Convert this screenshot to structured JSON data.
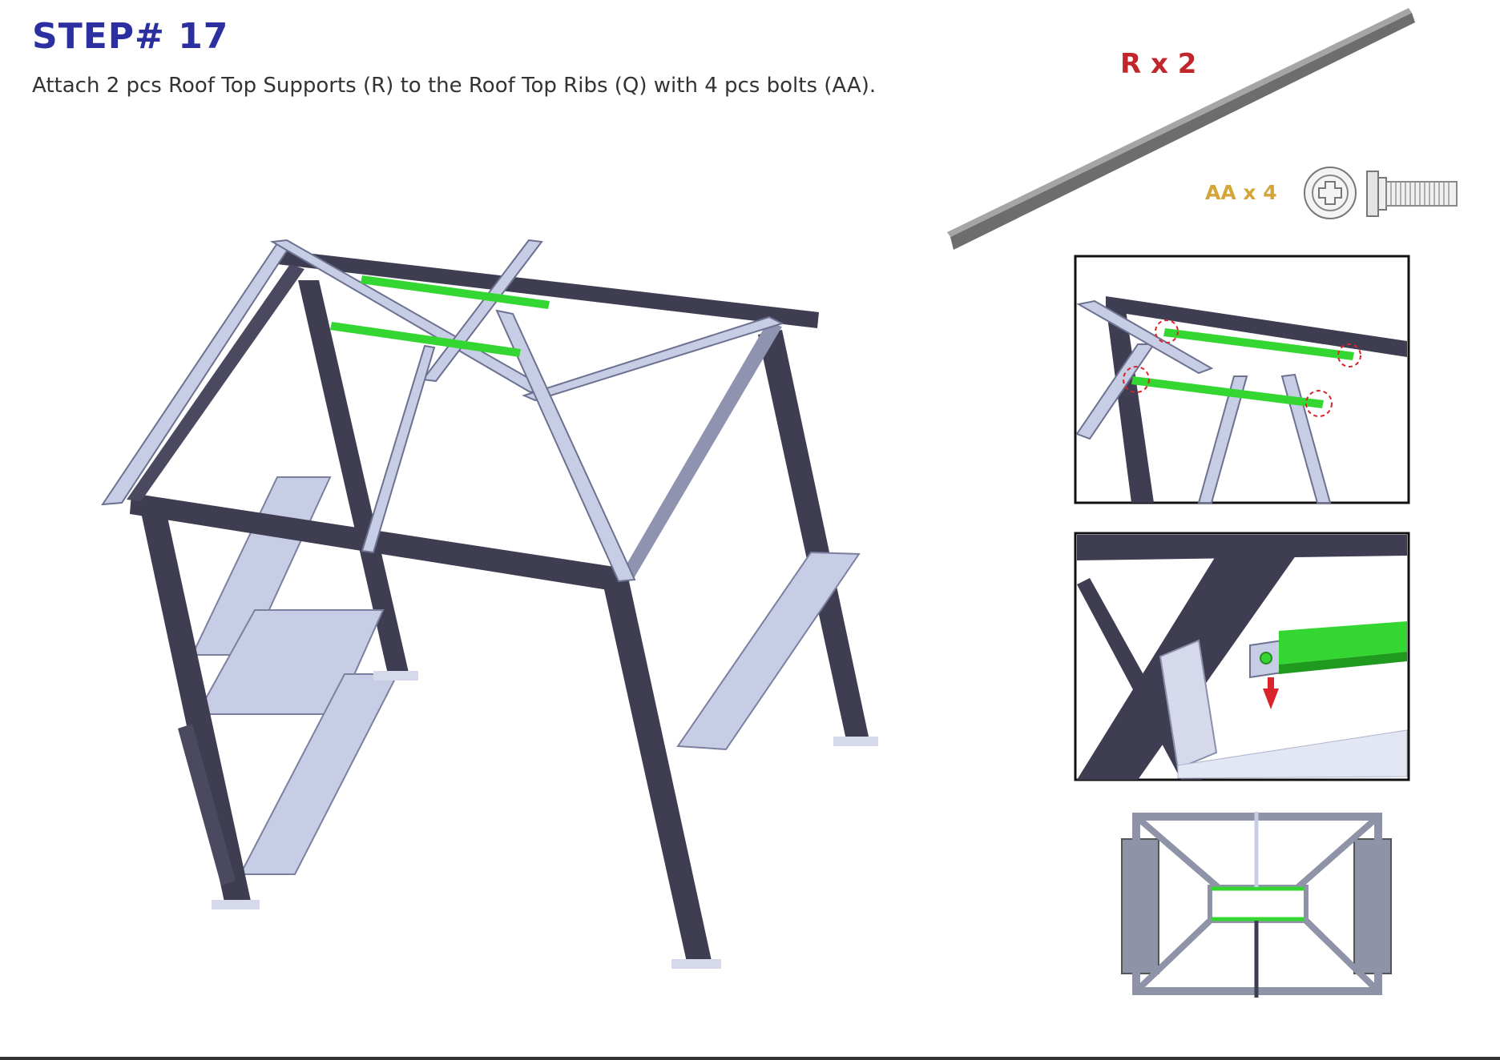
{
  "step": {
    "title": "STEP# 17",
    "instruction": "Attach 2 pcs Roof Top Supports (R) to the Roof Top Ribs (Q) with 4 pcs bolts (AA)."
  },
  "parts": [
    {
      "code": "R",
      "quantity_label": "R x 2",
      "color": "#c0262a"
    },
    {
      "code": "AA",
      "quantity_label": "AA x 4",
      "color": "#d4a63a"
    }
  ],
  "colors": {
    "frame": "#3e3d52",
    "frame_light": "#c8cde6",
    "new_part_green": "#34d631",
    "highlight_circle": "#d8242a",
    "arrow": "#d8242a"
  },
  "icons": [
    "roof-top-support-bar-icon",
    "bolt-head-icon",
    "bolt-side-icon",
    "gazebo-frame-icon",
    "detail-zoom-icon",
    "bolt-hole-detail-icon",
    "top-view-icon"
  ]
}
